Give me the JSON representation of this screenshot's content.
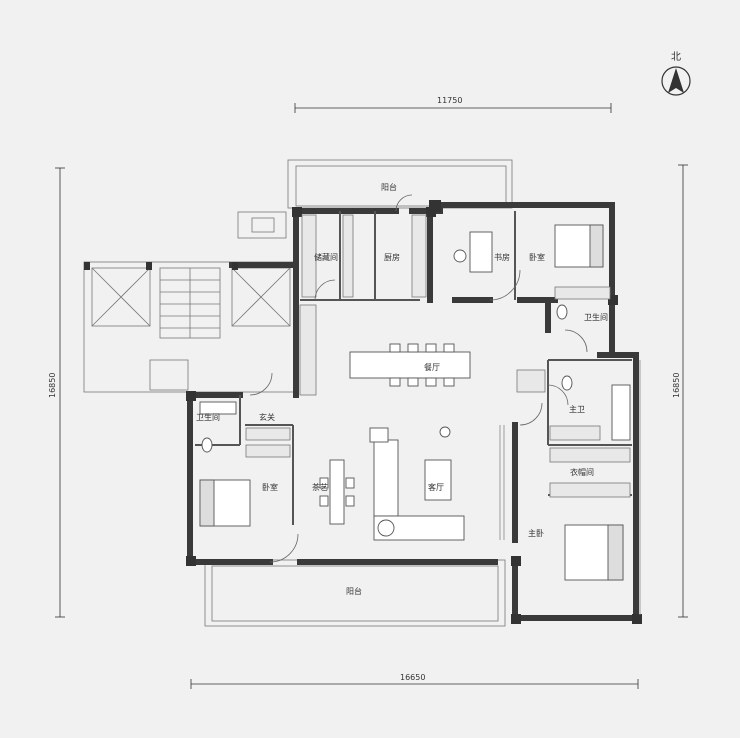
{
  "north": {
    "label": "北"
  },
  "dimensions": {
    "top": "11750",
    "bottom": "16650",
    "left": "16850",
    "right": "16850"
  },
  "rooms": {
    "north_balcony": "阳台",
    "storage": "储藏间",
    "kitchen": "厨房",
    "study": "书房",
    "bedroom_ne": "卧室",
    "bath_ne": "卫生间",
    "dining": "餐厅",
    "entry": "玄关",
    "bath_w": "卫生间",
    "master_bath": "主卫",
    "living": "客厅",
    "tea": "茶艺",
    "closet": "衣帽间",
    "bedroom_w": "卧室",
    "master_bed": "主卧",
    "south_balcony": "阳台"
  }
}
